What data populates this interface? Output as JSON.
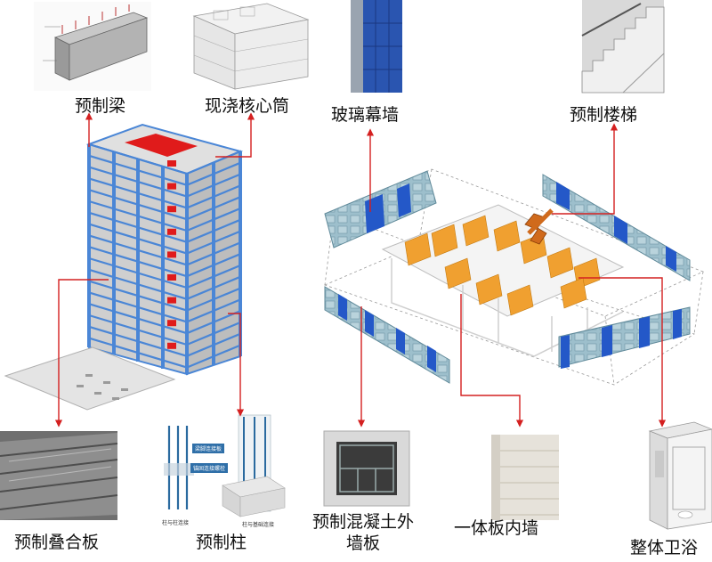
{
  "labels": {
    "precast_beam": "预制梁",
    "cast_core": "现浇核心筒",
    "glass_curtain": "玻璃幕墙",
    "precast_stair": "预制楼梯",
    "composite_slab": "预制叠合板",
    "precast_column": "预制柱",
    "concrete_wall": "预制混凝土外墙板",
    "inner_wall": "一体板内墙",
    "bathroom": "整体卫浴"
  },
  "column_detail": {
    "chip_top": "梁脚连接板",
    "chip_mid": "锚固连接螺栓",
    "caption_left": "柱与柱连接",
    "caption_right": "柱与基础连接"
  },
  "colors": {
    "arrow": "#d42020",
    "frame_blue": "#4a86d6",
    "core_red": "#e01b1b",
    "orange": "#f0a030",
    "panel_teal": "#8fb7c6",
    "glass_blue": "#2458c8"
  }
}
